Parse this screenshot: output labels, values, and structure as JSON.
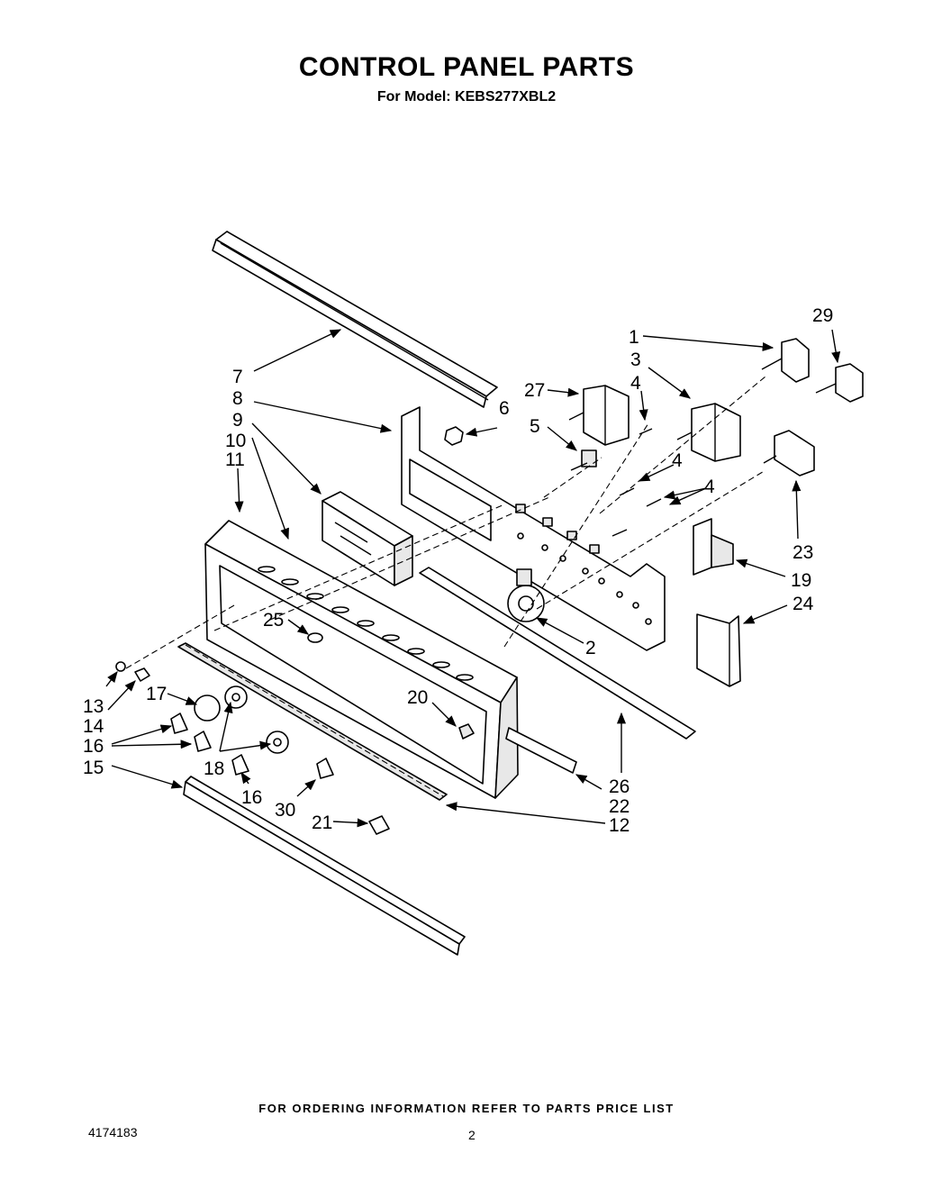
{
  "title": "CONTROL PANEL PARTS",
  "subtitle": "For Model: KEBS277XBL2",
  "footer": "FOR ORDERING INFORMATION REFER TO PARTS PRICE LIST",
  "doc_number": "4174183",
  "page_number": "2",
  "callouts": {
    "c1": "1",
    "c2": "2",
    "c3": "3",
    "c4a": "4",
    "c4b": "4",
    "c4c": "4",
    "c5": "5",
    "c6": "6",
    "c7": "7",
    "c8": "8",
    "c9": "9",
    "c10": "10",
    "c11": "11",
    "c12": "12",
    "c13": "13",
    "c14": "14",
    "c15": "15",
    "c16a": "16",
    "c16b": "16",
    "c17": "17",
    "c18": "18",
    "c19": "19",
    "c20": "20",
    "c21": "21",
    "c22": "22",
    "c23": "23",
    "c24": "24",
    "c25": "25",
    "c26": "26",
    "c27": "27",
    "c29": "29",
    "c30": "30"
  }
}
